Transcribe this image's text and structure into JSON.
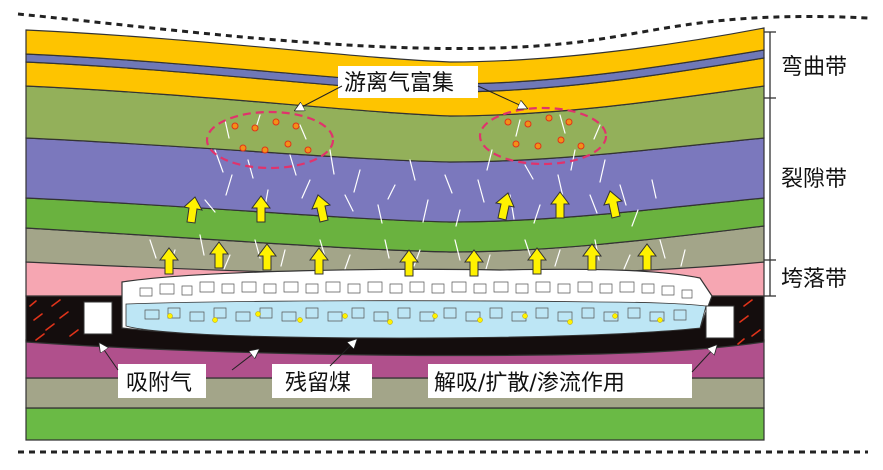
{
  "zones": {
    "bending": "弯曲带",
    "fracture": "裂隙带",
    "caving": "垮落带"
  },
  "labels": {
    "free_gas": "游离气富集",
    "adsorbed_gas": "吸附气",
    "residual_coal": "残留煤",
    "desorption": "解吸/扩散/渗流作用"
  },
  "colors": {
    "yellow_strata": "#fec400",
    "blue_thin": "#6f78b8",
    "green_light": "#93b05a",
    "purple_blue": "#7b78bd",
    "green_bright": "#6ab23f",
    "gray_green": "#a3a589",
    "pink": "#f6a6b2",
    "coal_black": "#140d0d",
    "magenta": "#b0508c",
    "green_floor": "#6aba45",
    "ellipse_dash": "#e0336c",
    "arrow_yellow": "#fff200",
    "rubble_blue": "#bde6f5"
  }
}
